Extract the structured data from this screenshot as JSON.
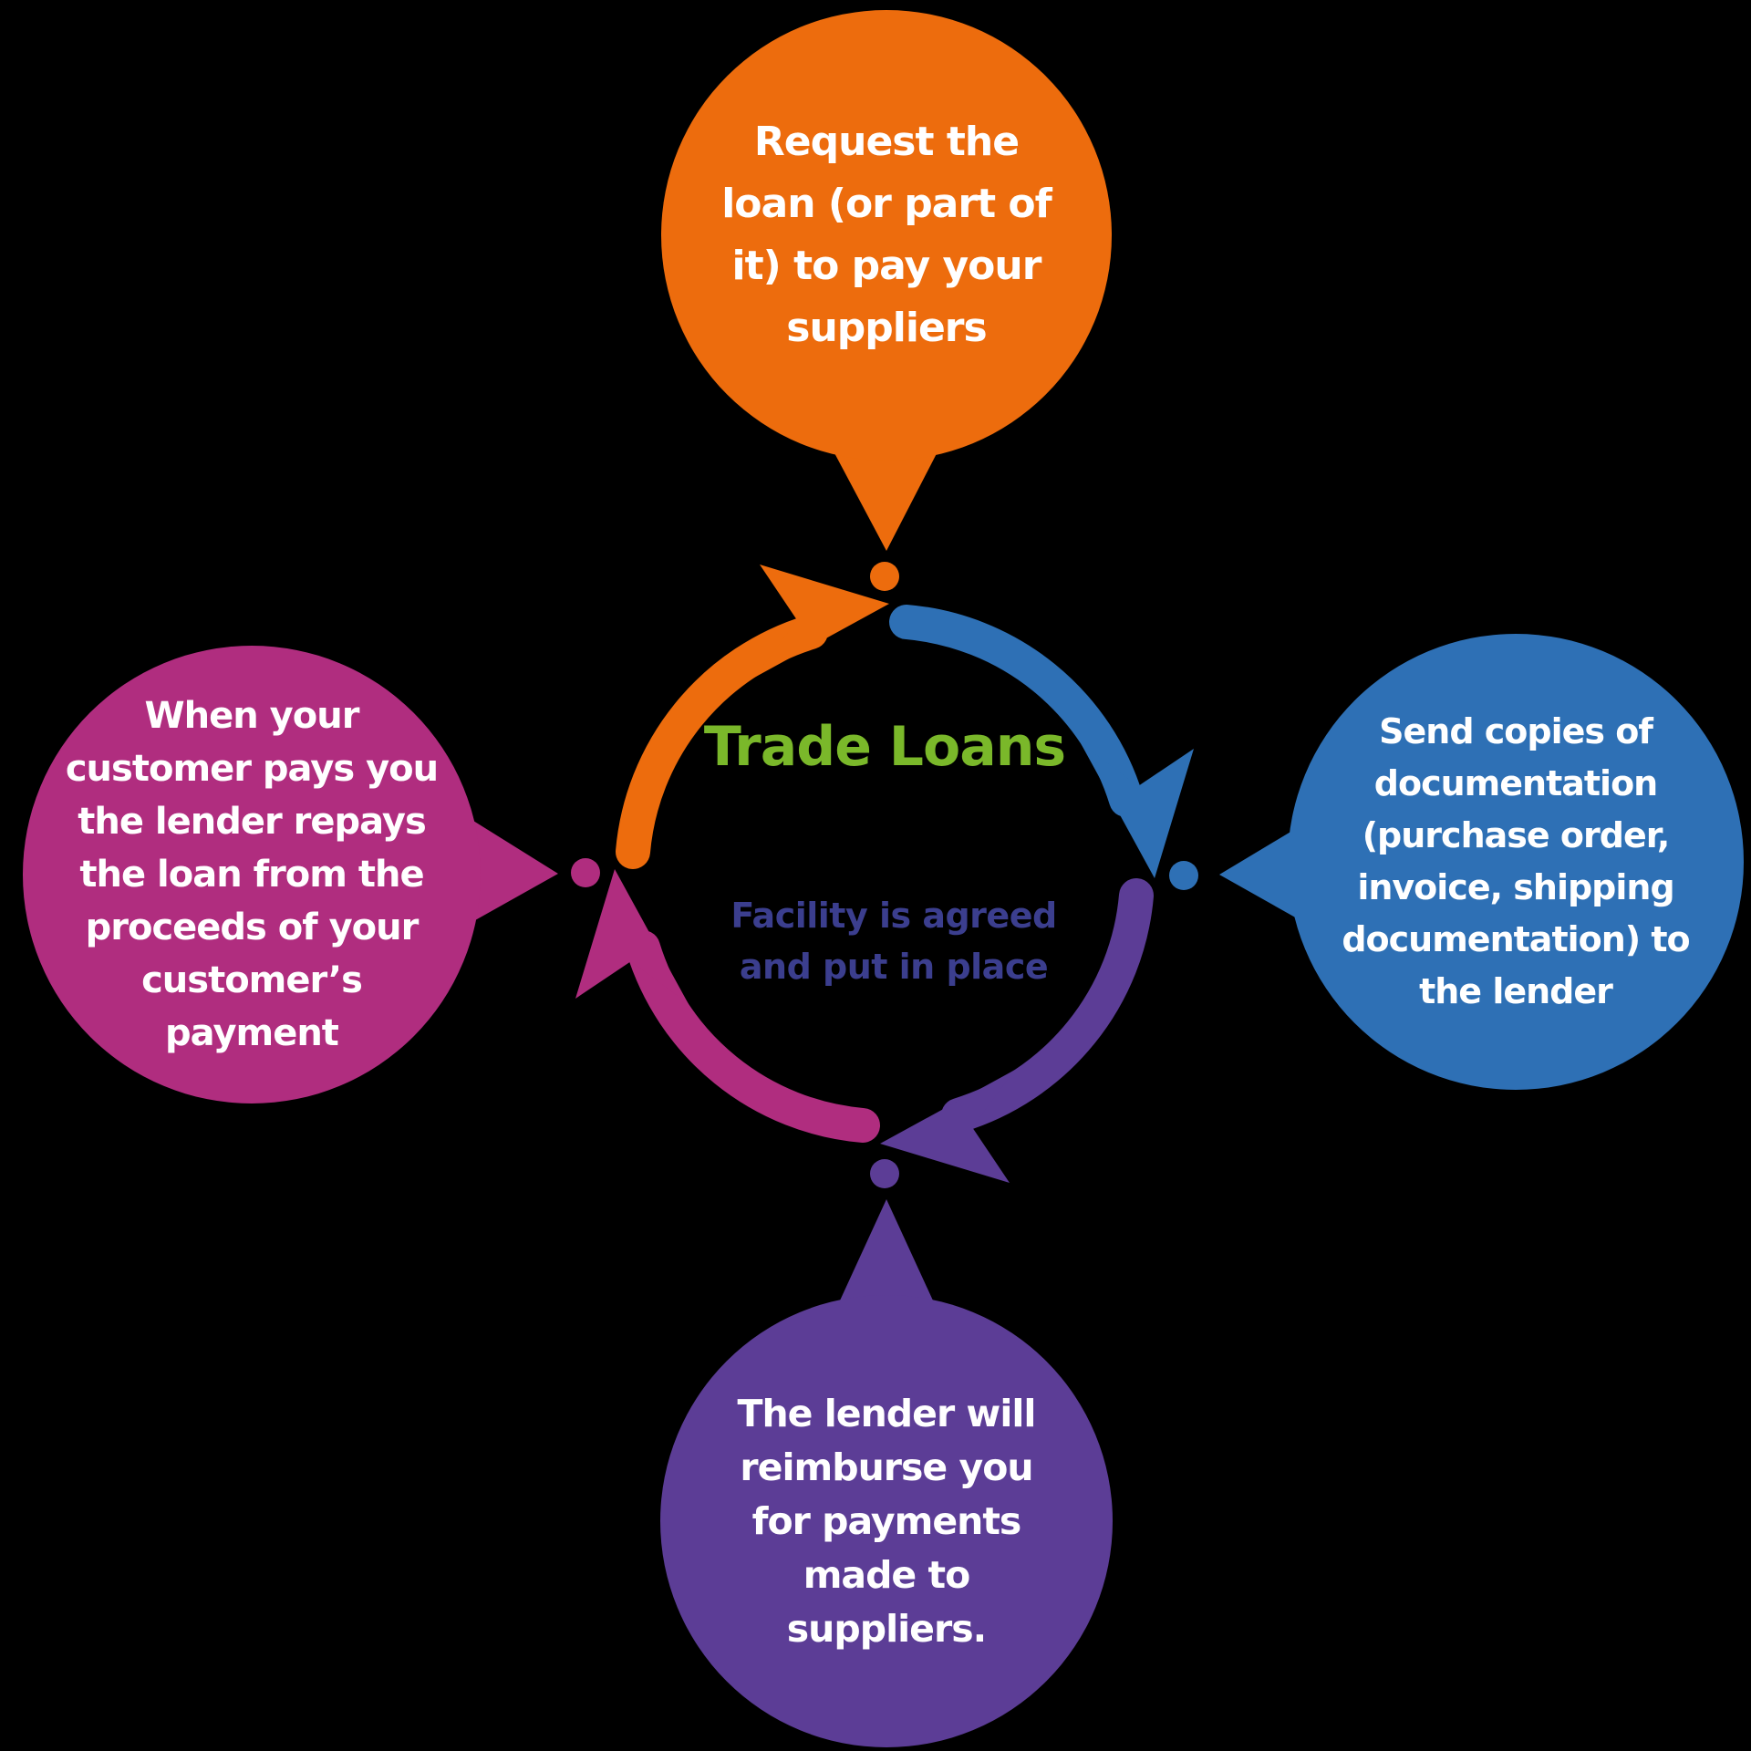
{
  "title": "Trade Loans",
  "subtitle": "Facility is agreed\nand put in place",
  "bubbles": {
    "top": {
      "label": "Request the\nloan (or part of\nit) to pay your\nsuppliers"
    },
    "right": {
      "label": "Send copies of\ndocumentation\n(purchase order,\ninvoice, shipping\ndocumentation) to\nthe lender"
    },
    "bottom": {
      "label": "The lender will\nreimburse you\nfor payments\nmade to\nsuppliers."
    },
    "left": {
      "label": "When your\ncustomer pays you\nthe lender repays\nthe loan from the\nproceeds of your\ncustomer’s\npayment"
    }
  },
  "cycle": {
    "steps": [
      {
        "name": "request-loan",
        "color_key": "orange"
      },
      {
        "name": "send-documentation",
        "color_key": "blue"
      },
      {
        "name": "lender-reimburses",
        "color_key": "purple"
      },
      {
        "name": "customer-pays-lender-repaid",
        "color_key": "magenta"
      }
    ]
  },
  "colors": {
    "orange": "#ED6C0D",
    "blue": "#2E70B5",
    "purple": "#5C3D96",
    "magenta": "#B02D7F",
    "green": "#7AB82A",
    "navy": "#3B3E8E",
    "text": "#FFFFFF",
    "background": "#000000"
  }
}
